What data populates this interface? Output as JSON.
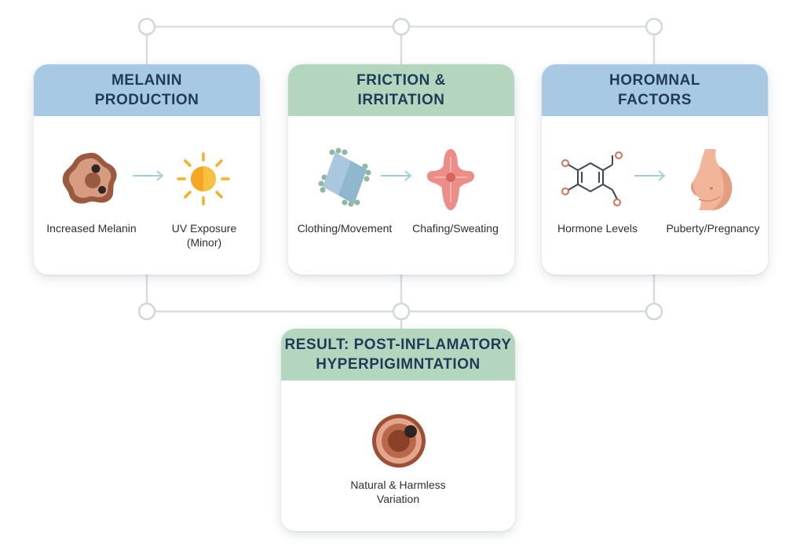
{
  "cards": [
    {
      "title_lines": [
        "MELANIN",
        "PRODUCTION"
      ],
      "color": "#a8c9e3",
      "items": [
        {
          "icon": "melanocyte-cell-icon",
          "label_lines": [
            "Increased Melanin"
          ]
        },
        {
          "icon": "sun-icon",
          "label_lines": [
            "UV Exposure",
            "(Minor)"
          ]
        }
      ]
    },
    {
      "title_lines": [
        "FRICTION &",
        "IRRITATION"
      ],
      "color": "#b5d6be",
      "items": [
        {
          "icon": "fabric-swatch-icon",
          "label_lines": [
            "Clothing/Movement"
          ]
        },
        {
          "icon": "irritated-skin-icon",
          "label_lines": [
            "Chafing/Sweating"
          ]
        }
      ]
    },
    {
      "title_lines": [
        "HOROMNAL",
        "FACTORS"
      ],
      "color": "#a8c9e3",
      "items": [
        {
          "icon": "hormone-molecule-icon",
          "label_lines": [
            "Hormone Levels"
          ]
        },
        {
          "icon": "pregnant-belly-icon",
          "label_lines": [
            "Puberty/Pregnancy"
          ]
        }
      ]
    }
  ],
  "result": {
    "title_lines": [
      "RESULT: POST-INFLAMATORY",
      "HYPERPIGIMNTATION"
    ],
    "color": "#b5d6be",
    "icon": "pigment-spot-icon",
    "label_lines": [
      "Natural & Harmless",
      "Variation"
    ]
  }
}
